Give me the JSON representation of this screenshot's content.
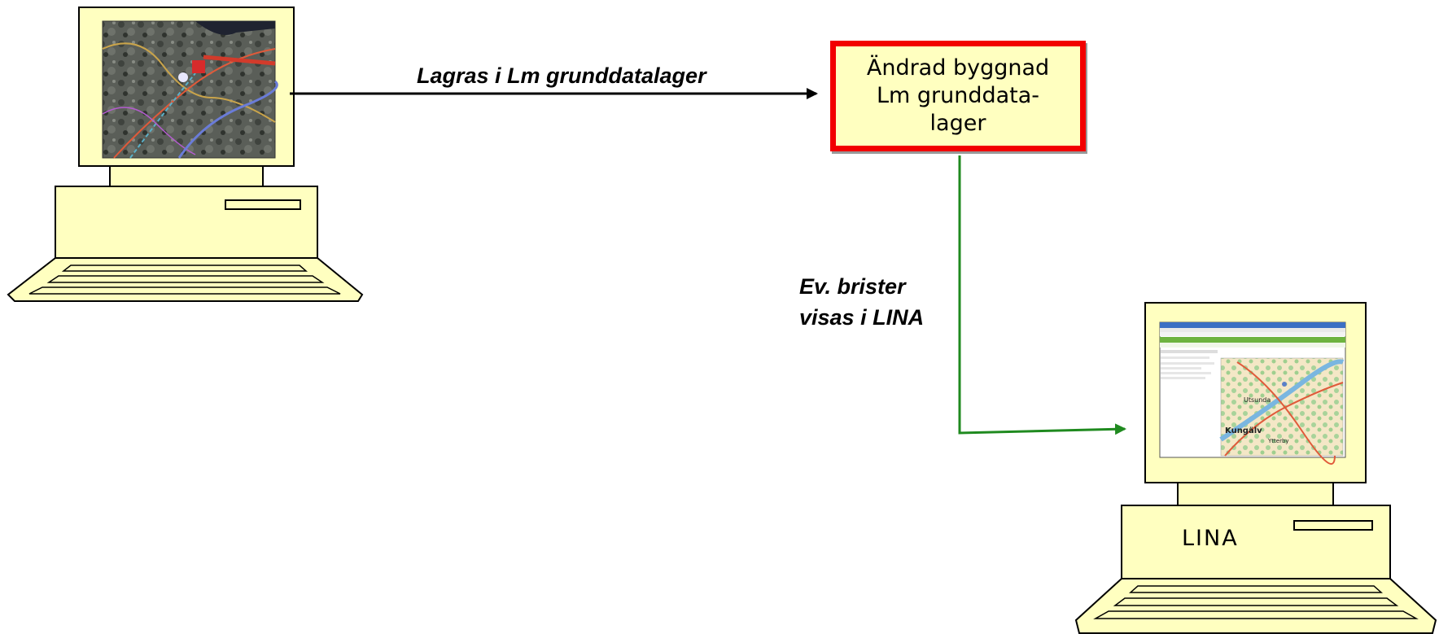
{
  "diagram": {
    "edges": {
      "store_label": "Lagras i Lm grunddatalager",
      "issues_label_line1": "Ev. brister",
      "issues_label_line2": "visas i LINA"
    },
    "node": {
      "line1": "Ändrad byggnad",
      "line2": "Lm grunddata-",
      "line3": "lager"
    },
    "computer_right": {
      "case_label": "LINA",
      "screen": {
        "place_name_1": "Utsunda",
        "place_name_2": "Kungälv",
        "place_name_3": "Ytterby"
      }
    },
    "colors": {
      "computer_fill": "#ffffc0",
      "node_border": "#f20000",
      "arrow_black": "#000000",
      "arrow_green": "#1f8a1f"
    }
  }
}
